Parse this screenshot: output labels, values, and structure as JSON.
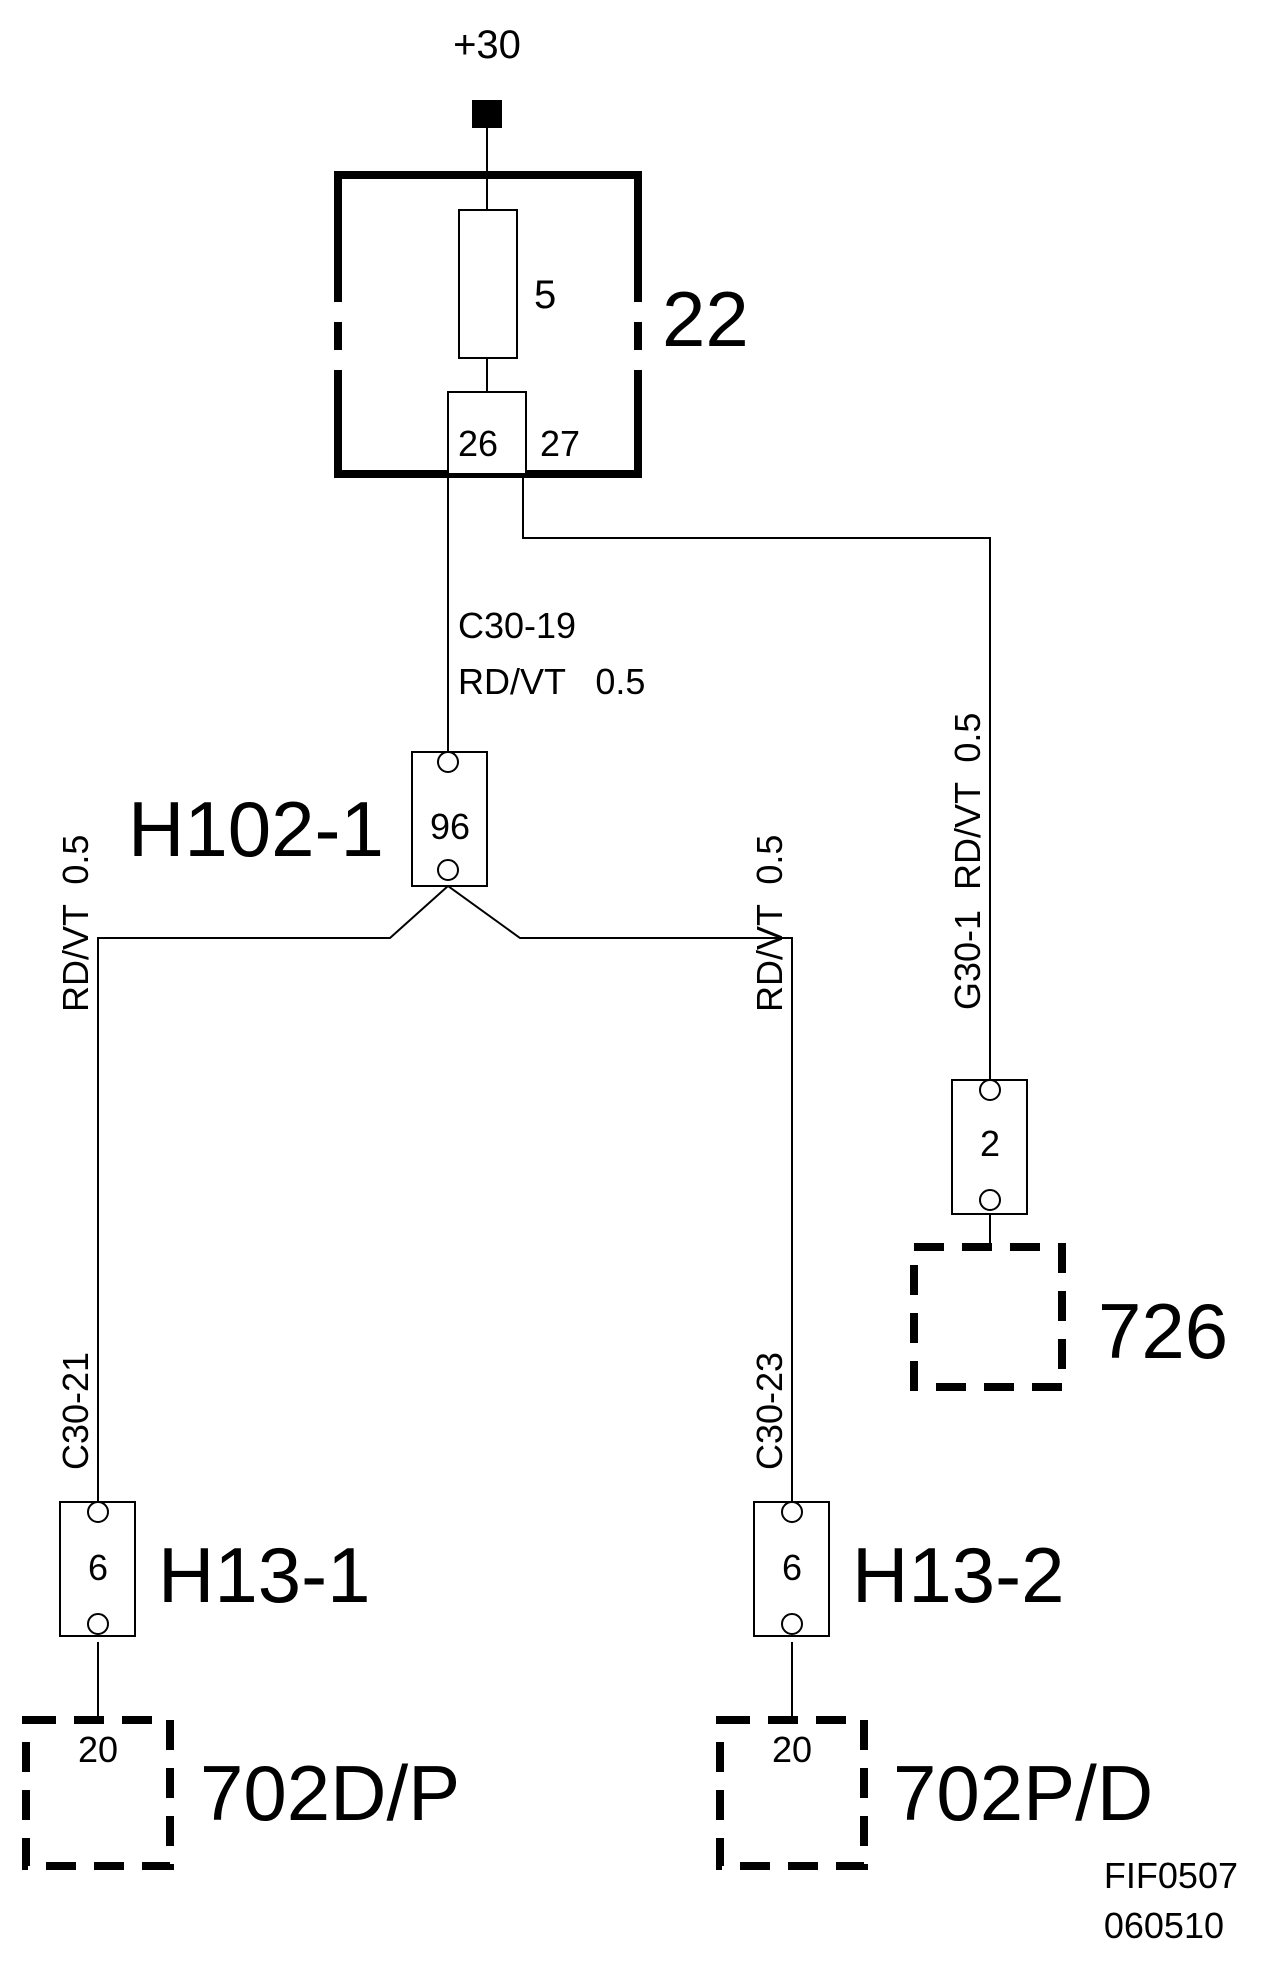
{
  "supply": {
    "label": "+30"
  },
  "fuse_box": {
    "id": "22",
    "fuse": "5",
    "pin_in": "26",
    "pin_out": "27"
  },
  "wires": {
    "main": {
      "code": "C30-19",
      "spec": "RD/VT   0.5"
    },
    "left": {
      "spec": "RD/VT  0.5",
      "code": "C30-21"
    },
    "right": {
      "spec": "RD/VT  0.5",
      "code": "C30-23"
    },
    "far": {
      "label": "G30-1  RD/VT  0.5"
    }
  },
  "connectors": {
    "h102": {
      "label": "H102-1",
      "pin": "96"
    },
    "g": {
      "pin": "2"
    },
    "h13_1": {
      "label": "H13-1",
      "pin": "6"
    },
    "h13_2": {
      "label": "H13-2",
      "pin": "6"
    }
  },
  "components": {
    "c726": {
      "label": "726"
    },
    "c702dp": {
      "label": "702D/P",
      "pin": "20"
    },
    "c702pd": {
      "label": "702P/D",
      "pin": "20"
    }
  },
  "footer": {
    "ref": "FIF0507",
    "date": "060510"
  }
}
